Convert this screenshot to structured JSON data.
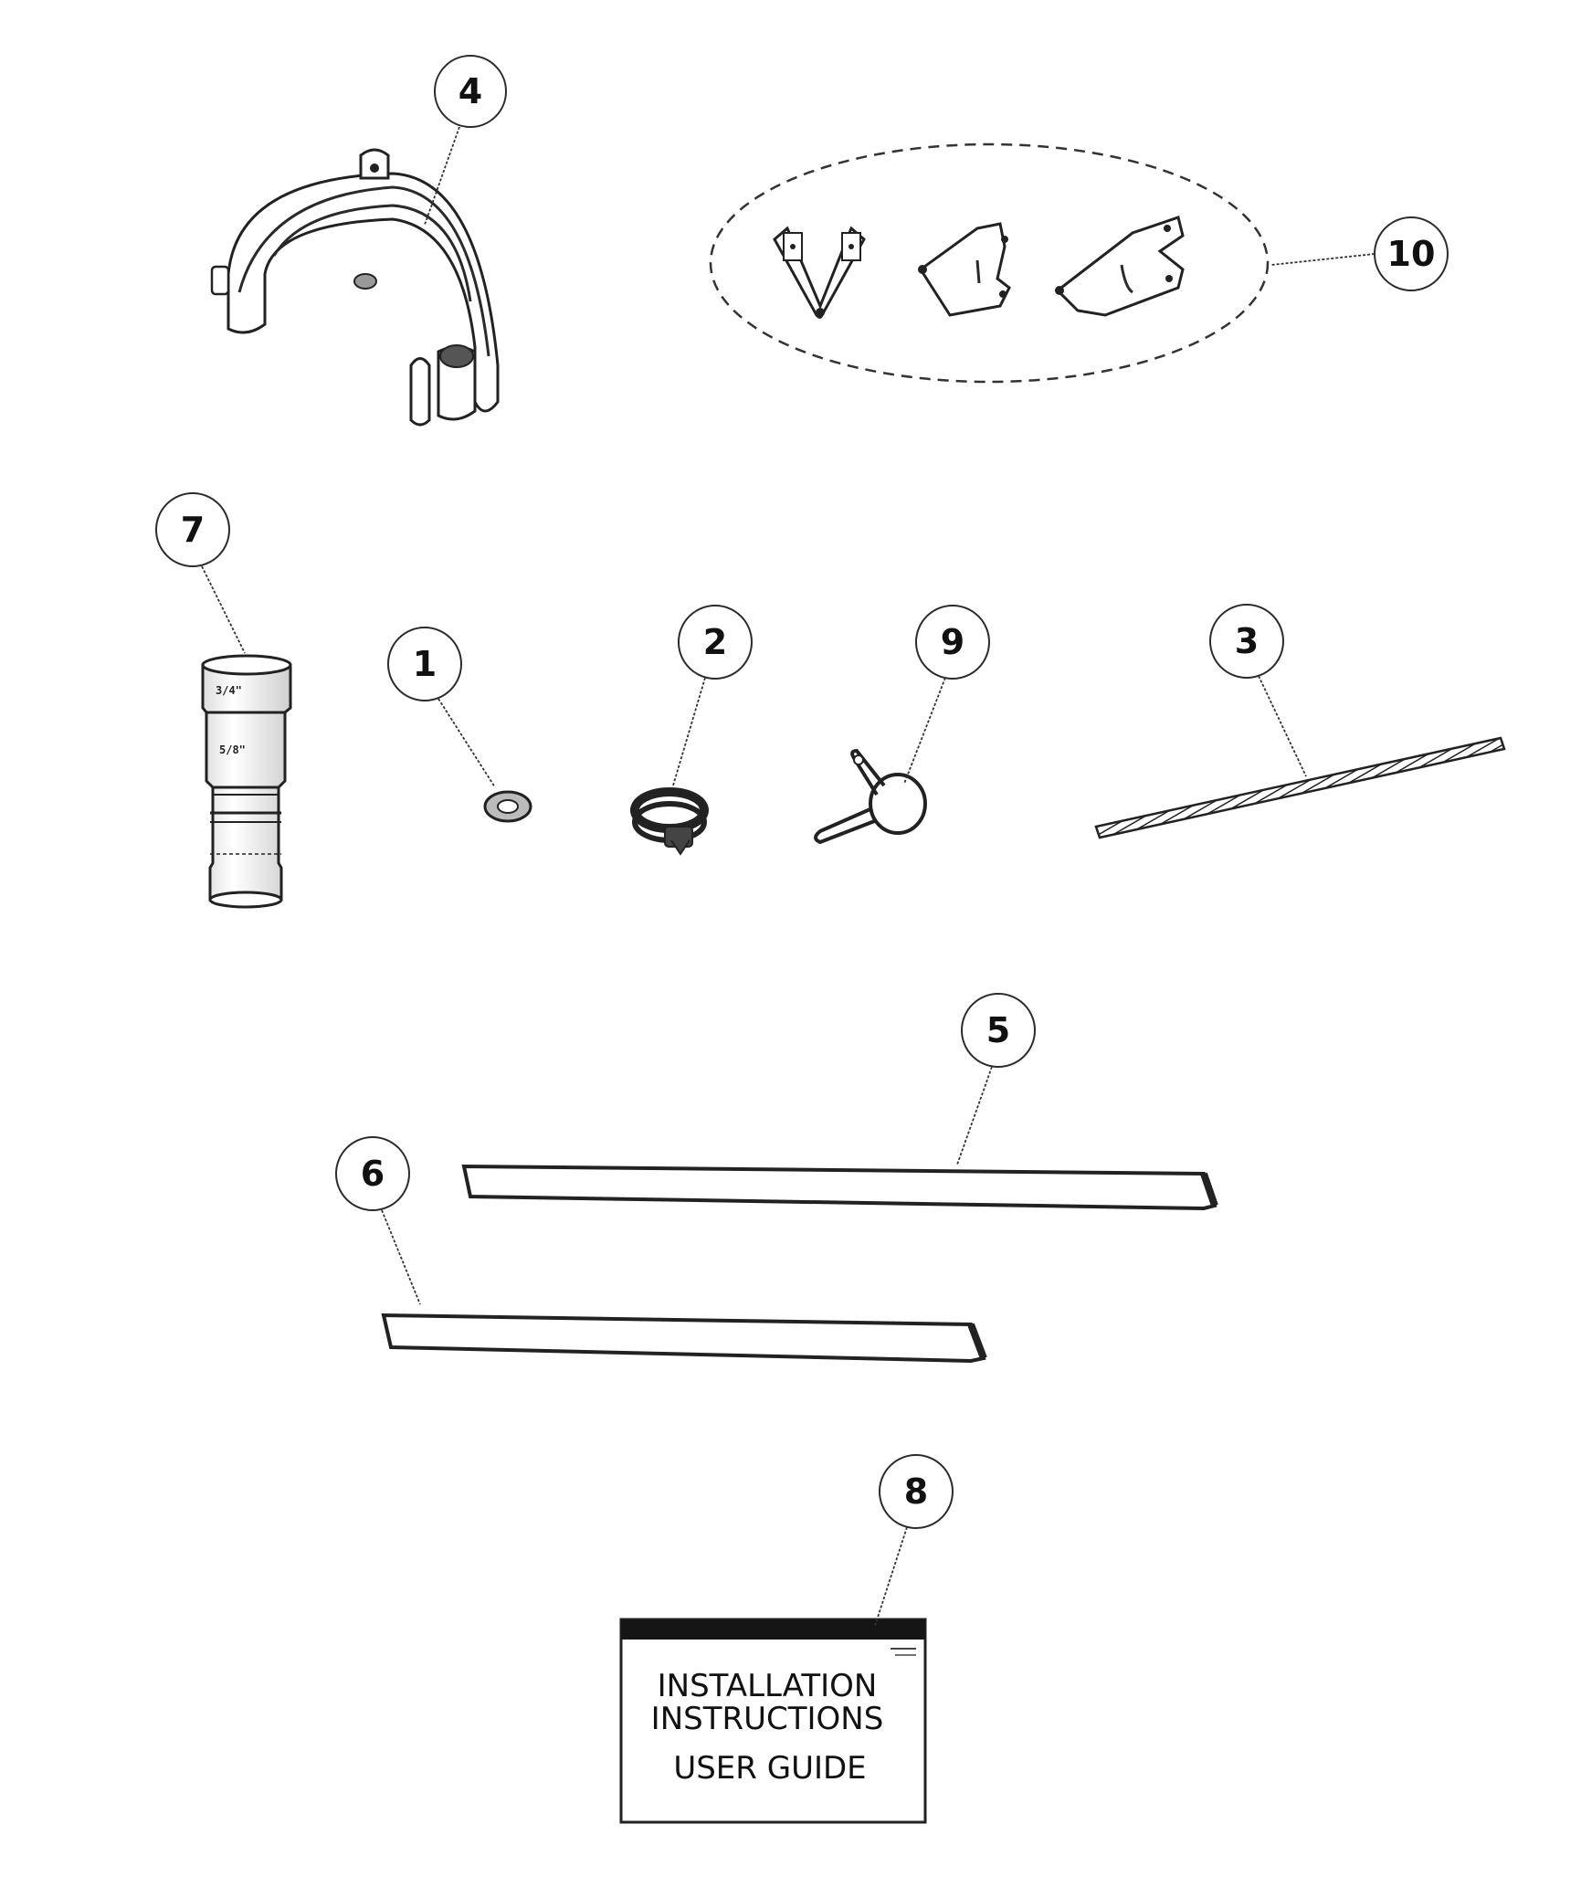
{
  "callouts": {
    "c1": "1",
    "c2": "2",
    "c3": "3",
    "c4": "4",
    "c5": "5",
    "c6": "6",
    "c7": "7",
    "c8": "8",
    "c9": "9",
    "c10": "10"
  },
  "manual": {
    "line1": "INSTALLATION",
    "line2": "INSTRUCTIONS",
    "line3": "USER GUIDE"
  },
  "adapter": {
    "mark1": "3/4\"",
    "mark2": "5/8\""
  }
}
